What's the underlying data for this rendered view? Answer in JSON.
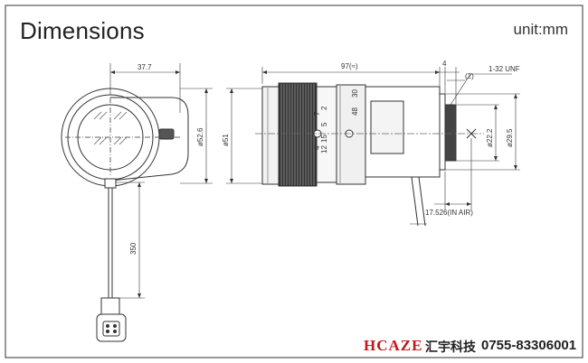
{
  "header": {
    "title": "Dimensions",
    "unit": "unit:mm"
  },
  "dimensions": {
    "width_front": "37.7",
    "dia_outer": "ø52.6",
    "dia_body": "ø51",
    "cable_length": "350",
    "overall_length": "97(≈)",
    "flange_gap": "4",
    "mount_note": "(2)",
    "thread": "1-32 UNF",
    "dia_mount": "ø22.2",
    "dia_rear": "ø29.5",
    "back_focus": "17.526(IN AIR)"
  },
  "scale_labels": {
    "focal_top": [
      "7",
      "5",
      "2"
    ],
    "focal_bottom": [
      "4",
      "12",
      "15"
    ],
    "iris_top": "30",
    "iris_bottom": "48"
  },
  "brand": {
    "logo": "HCAZE",
    "name_cn": "汇宇科技",
    "phone": "0755-83306001"
  }
}
